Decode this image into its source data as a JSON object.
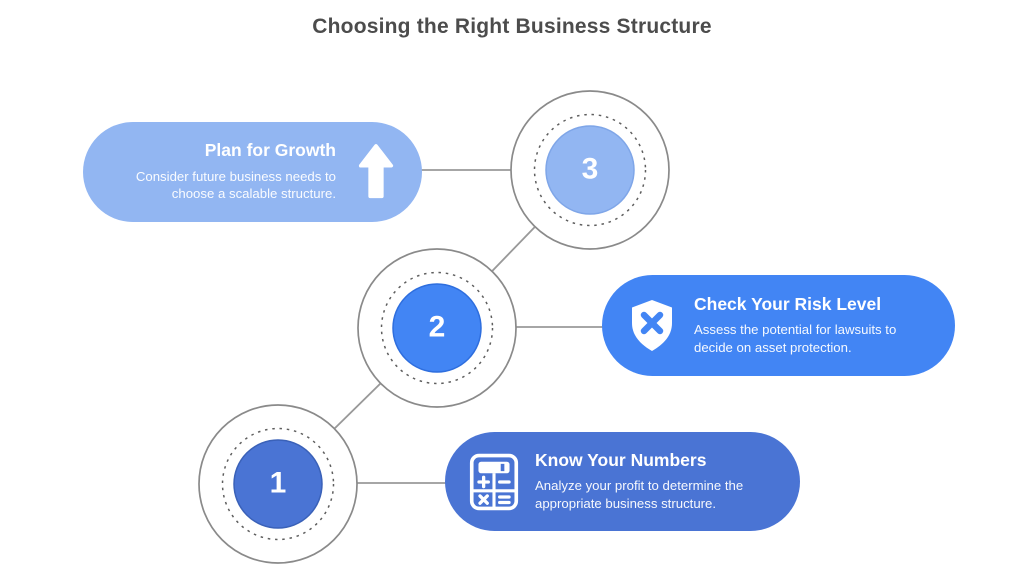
{
  "title": "Choosing the Right Business Structure",
  "steps": [
    {
      "number": "1",
      "title": "Know Your Numbers",
      "description": "Analyze your profit to determine the appropriate business structure.",
      "icon": "calculator-icon"
    },
    {
      "number": "2",
      "title": "Check Your Risk Level",
      "description": "Assess the potential for lawsuits to decide on asset protection.",
      "icon": "shield-x-icon"
    },
    {
      "number": "3",
      "title": "Plan for Growth",
      "description": "Consider future business needs to choose a scalable structure.",
      "icon": "arrow-up-icon"
    }
  ],
  "colors": {
    "step1_blue": "#4a74d4",
    "step2_blue": "#4285f4",
    "step3_light_blue": "#92b6f2",
    "ring_gray": "#8a8a8a",
    "dotted_ring_gray": "#5e5e5e",
    "connector_gray": "#999999",
    "title_text": "#4c4c4c",
    "pill_text": "#ffffff"
  }
}
